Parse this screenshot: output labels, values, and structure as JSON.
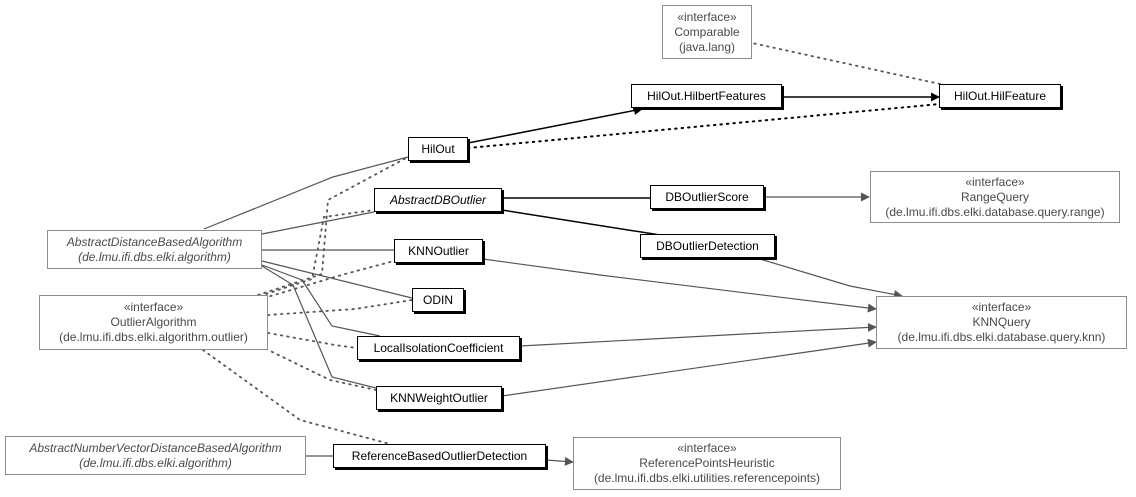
{
  "diagram": {
    "nodes": {
      "comparable": {
        "stereotype": "«interface»",
        "name": "Comparable",
        "pkg": "(java.lang)"
      },
      "hilbert_features": {
        "name": "HilOut.HilbertFeatures"
      },
      "hil_feature": {
        "name": "HilOut.HilFeature"
      },
      "hilout": {
        "name": "HilOut"
      },
      "abstract_db_outlier": {
        "name": "AbstractDBOutlier"
      },
      "db_outlier_score": {
        "name": "DBOutlierScore"
      },
      "range_query": {
        "stereotype": "«interface»",
        "name": "RangeQuery",
        "pkg": "(de.lmu.ifi.dbs.elki.database.query.range)"
      },
      "abstract_distance_based": {
        "name": "AbstractDistanceBasedAlgorithm",
        "pkg": "(de.lmu.ifi.dbs.elki.algorithm)"
      },
      "knn_outlier": {
        "name": "KNNOutlier"
      },
      "db_outlier_detection": {
        "name": "DBOutlierDetection"
      },
      "odin": {
        "name": "ODIN"
      },
      "outlier_algorithm": {
        "stereotype": "«interface»",
        "name": "OutlierAlgorithm",
        "pkg": "(de.lmu.ifi.dbs.elki.algorithm.outlier)"
      },
      "knn_query": {
        "stereotype": "«interface»",
        "name": "KNNQuery",
        "pkg": "(de.lmu.ifi.dbs.elki.database.query.knn)"
      },
      "local_isolation": {
        "name": "LocalIsolationCoefficient"
      },
      "knn_weight_outlier": {
        "name": "KNNWeightOutlier"
      },
      "abstract_nv_distance_based": {
        "name": "AbstractNumberVectorDistanceBasedAlgorithm",
        "pkg": "(de.lmu.ifi.dbs.elki.algorithm)"
      },
      "reference_based": {
        "name": "ReferenceBasedOutlierDetection"
      },
      "reference_points_heuristic": {
        "stereotype": "«interface»",
        "name": "ReferencePointsHeuristic",
        "pkg": "(de.lmu.ifi.dbs.elki.utilities.referencepoints)"
      }
    }
  }
}
